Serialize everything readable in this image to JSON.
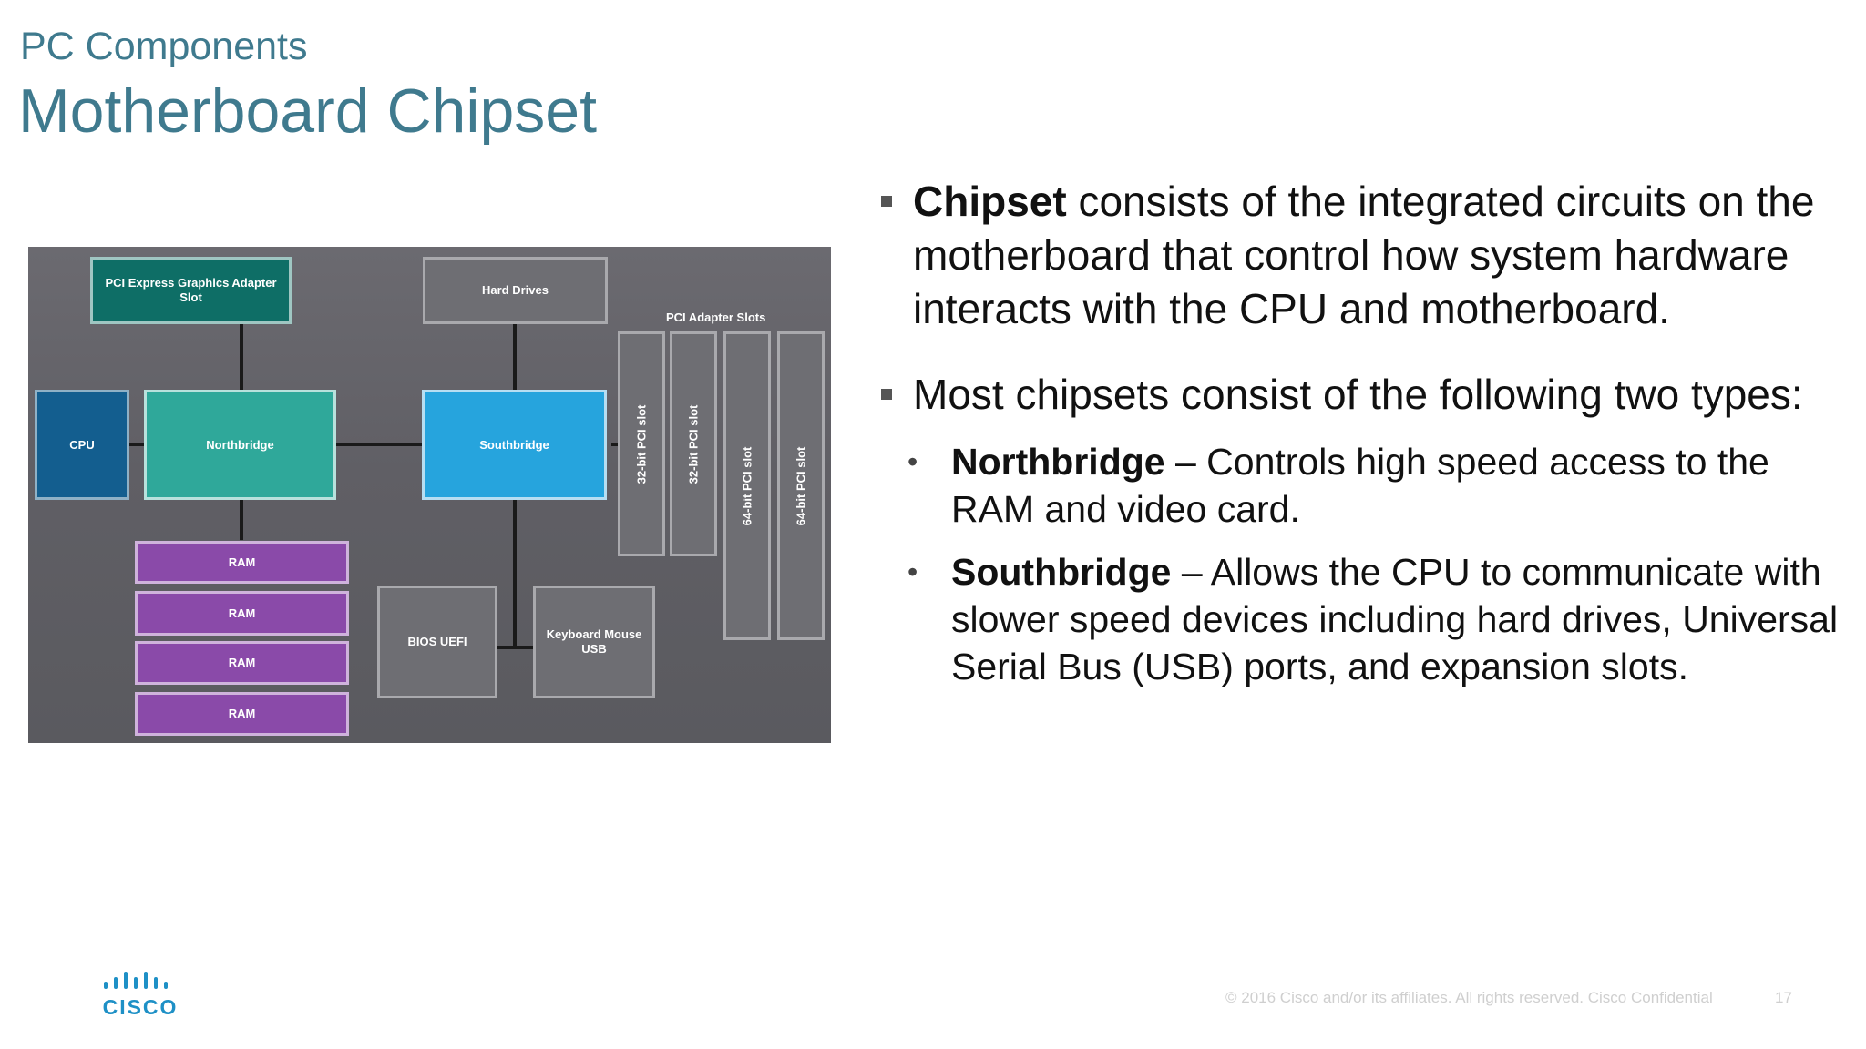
{
  "header": {
    "subtitle": "PC Components",
    "title": "Motherboard Chipset"
  },
  "diagram": {
    "blocks": {
      "pci_express": "PCI Express Graphics Adapter Slot",
      "hard_drives": "Hard Drives",
      "cpu": "CPU",
      "northbridge": "Northbridge",
      "southbridge": "Southbridge",
      "ram": [
        "RAM",
        "RAM",
        "RAM",
        "RAM"
      ],
      "bios": "BIOS UEFI",
      "keyboard_line1": "Keyboard Mouse",
      "keyboard_line2": "USB"
    },
    "pci_adapter_slots_label": "PCI Adapter Slots",
    "slots": [
      "32-bit PCI slot",
      "32-bit PCI slot",
      "64-bit PCI slot",
      "64-bit PCI slot"
    ]
  },
  "content": {
    "bullet1": {
      "bold": "Chipset",
      "rest": " consists of the integrated circuits on the motherboard that control how system hardware interacts with the CPU and motherboard."
    },
    "bullet2": "Most chipsets consist of the following two types:",
    "sub1": {
      "bold": "Northbridge",
      "rest": " – Controls high speed access to the RAM and video card."
    },
    "sub2": {
      "bold": "Southbridge",
      "rest": " – Allows the CPU to communicate with slower speed devices including hard drives, Universal Serial Bus (USB) ports, and expansion slots."
    }
  },
  "footer": {
    "logo_text": "CISCO",
    "copyright": "© 2016  Cisco and/or its affiliates. All rights reserved.   Cisco Confidential",
    "page_number": "17"
  },
  "colors": {
    "title": "#3f7a8e",
    "teal_dark": "#0e6e66",
    "cpu_blue": "#135e8f",
    "northbridge_teal": "#2fa89a",
    "southbridge_blue": "#26a4dd",
    "ram_purple": "#8a4aa9",
    "cisco_blue": "#1e90c6"
  }
}
